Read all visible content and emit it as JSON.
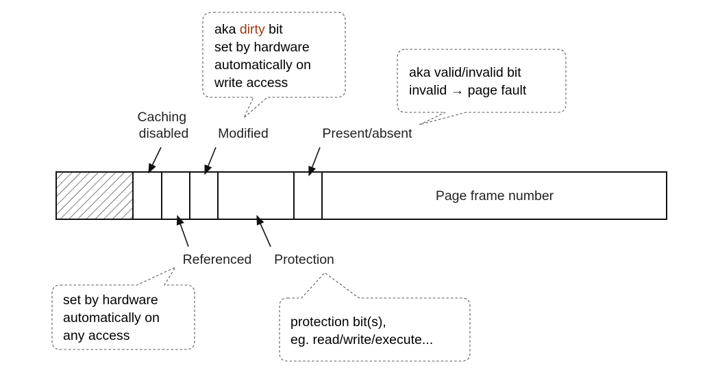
{
  "fields": {
    "caching_disabled": [
      "Caching",
      "disabled"
    ],
    "modified": "Modified",
    "present_absent": "Present/absent",
    "referenced": "Referenced",
    "protection": "Protection",
    "page_frame_number": "Page frame number"
  },
  "callouts": {
    "modified": {
      "line1_prefix": "aka ",
      "line1_highlight": "dirty",
      "line1_suffix": " bit",
      "line2": "set by hardware",
      "line3": "automatically on",
      "line4": "write access"
    },
    "present": {
      "line1": "aka valid/invalid bit",
      "line2": "invalid → page fault"
    },
    "referenced": {
      "line1": "set by hardware",
      "line2": "automatically on",
      "line3": "any access"
    },
    "protection": {
      "line1": "protection bit(s),",
      "line2": "eg. read/write/execute..."
    }
  },
  "colors": {
    "highlight": "#9c3a14"
  }
}
